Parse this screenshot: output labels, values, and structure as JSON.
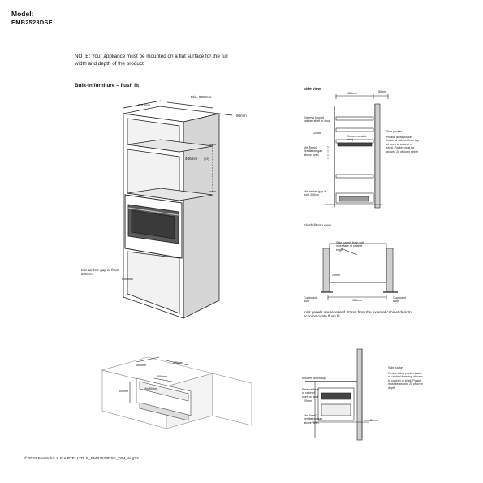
{
  "header": {
    "model_label": "Model:",
    "model_code": "EMB2523DSE"
  },
  "note": "NOTE: Your appliance must be mounted on a flat surface for the full width and depth of the product.",
  "main_section": {
    "title": "Built-in furniture – flush fit",
    "width_label": "600mm",
    "min_depth_label": "Min. 500mm",
    "side_gap_label": "50mm",
    "height_label": "466mm",
    "height_note": "(+2)",
    "airflow_label": "Min airflow gap at front 200cm"
  },
  "side_view": {
    "title": "Side view",
    "top_dim": "450mm",
    "top_right_dim": "50mm",
    "external_label": "External face of cabinet shelf or door",
    "gap20": "20mm",
    "recommended": "Recommended (min)",
    "vent_label": "Min 5mm2 ventilation gap above oven",
    "airflow_label": "Min airflow gap at front 200cm",
    "pocket_label": "Side pocket",
    "pocket_note": "Please allow pocket inside of cabinet from top of oven to cabinet or shelf. Pocket must be around 20 of oven depth"
  },
  "top_view": {
    "title": "Flush fit top view",
    "dim_label": "Side panels flush with inner face of cabinet edge",
    "gap20": "20mm",
    "width_label": "450mm",
    "left_label": "Cupboard door",
    "right_label": "Cupboard door",
    "caption": "Inlet panels are recessed 20mm from the external cabinet door to accommodate flush fit."
  },
  "iso_view": {
    "dim_top_left": "560mm",
    "dim_top_right": "460mm",
    "dim_mid": "500mm",
    "dim_inner": "Min 50mm",
    "dim_side": "600mm"
  },
  "kitchen_view": {
    "bench_label": "Kitchen bench top",
    "external_face": "External face of cabinet shelf or door",
    "gap": "20mm",
    "vent_label": "Min 5mm2 ventilation gap above oven",
    "dim_bottom": "20mm",
    "pocket_label": "Side pocket",
    "pocket_note": "Please allow pocket inside of cabinet from top of oven to cabinet or shelf. Pocket must be around 20 of oven depth"
  },
  "footer": "© 2022 Electrolux S.E.A PTE. LTD. E_EMB2523DSE_DIM_Aug22"
}
